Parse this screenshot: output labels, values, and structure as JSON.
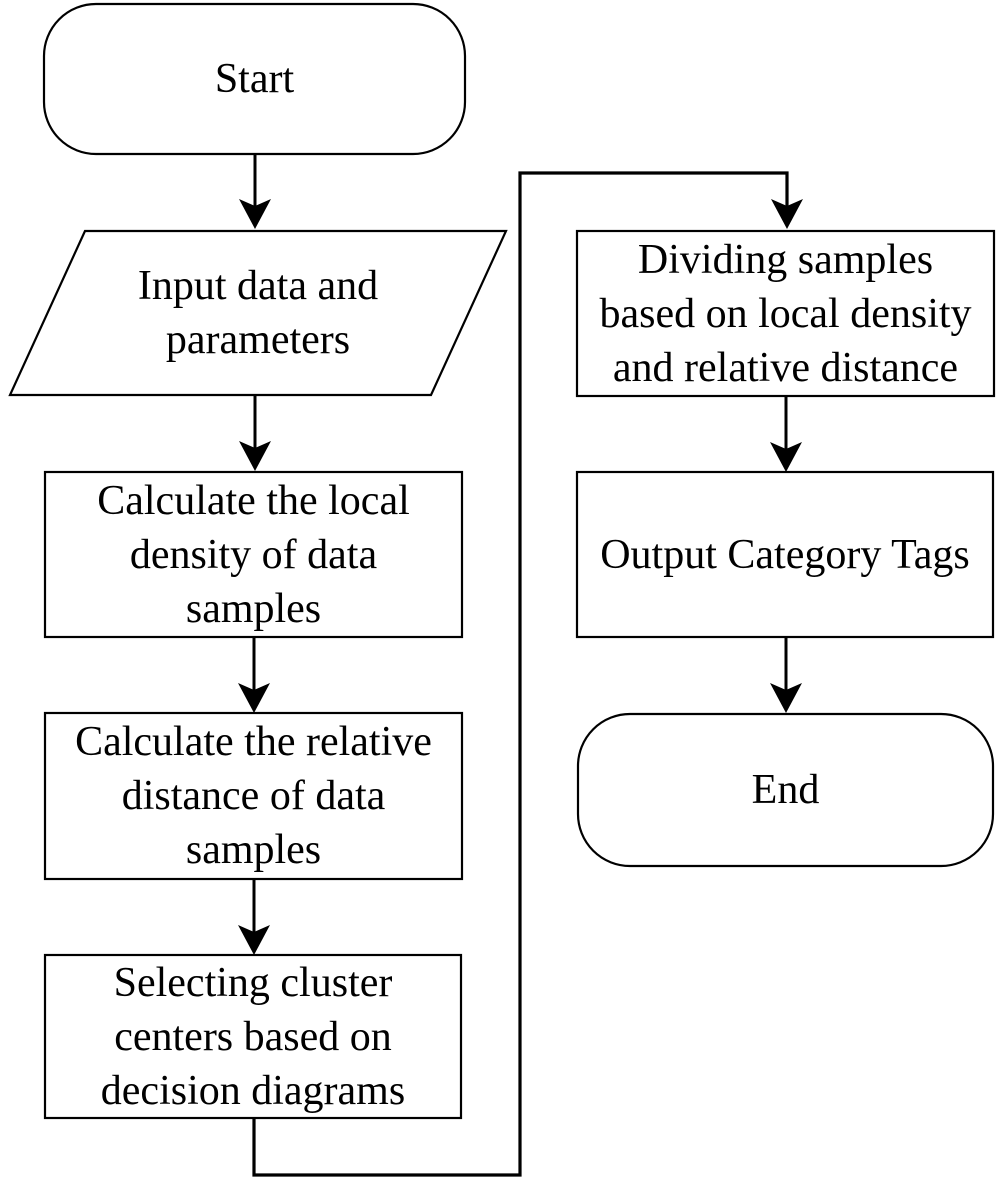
{
  "flowchart": {
    "colors": {
      "stroke": "#000000",
      "fill": "#ffffff",
      "text": "#000000"
    },
    "nodes": {
      "start": {
        "type": "terminator",
        "label": "Start",
        "lines": [
          "Start"
        ]
      },
      "input_data": {
        "type": "input-output",
        "label": "Input data and parameters",
        "lines": [
          "Input data and",
          "parameters"
        ]
      },
      "calc_local_density": {
        "type": "process",
        "label": "Calculate the local density of data samples",
        "lines": [
          "Calculate the local",
          "density of data",
          "samples"
        ]
      },
      "calc_relative_distance": {
        "type": "process",
        "label": "Calculate the relative distance of data samples",
        "lines": [
          "Calculate the relative",
          "distance of data",
          "samples"
        ]
      },
      "select_cluster_centers": {
        "type": "process",
        "label": "Selecting cluster centers based on decision diagrams",
        "lines": [
          "Selecting cluster",
          "centers based on",
          "decision diagrams"
        ]
      },
      "dividing_samples": {
        "type": "process",
        "label": "Dividing samples based on local density and relative distance",
        "lines": [
          "Dividing samples",
          "based on local density",
          "and relative distance"
        ]
      },
      "output_category_tags": {
        "type": "process",
        "label": "Output Category Tags",
        "lines": [
          "Output Category Tags"
        ]
      },
      "end": {
        "type": "terminator",
        "label": "End",
        "lines": [
          "End"
        ]
      }
    },
    "edges": [
      {
        "from": "start",
        "to": "input_data"
      },
      {
        "from": "input_data",
        "to": "calc_local_density"
      },
      {
        "from": "calc_local_density",
        "to": "calc_relative_distance"
      },
      {
        "from": "calc_relative_distance",
        "to": "select_cluster_centers"
      },
      {
        "from": "select_cluster_centers",
        "to": "dividing_samples"
      },
      {
        "from": "dividing_samples",
        "to": "output_category_tags"
      },
      {
        "from": "output_category_tags",
        "to": "end"
      }
    ]
  }
}
